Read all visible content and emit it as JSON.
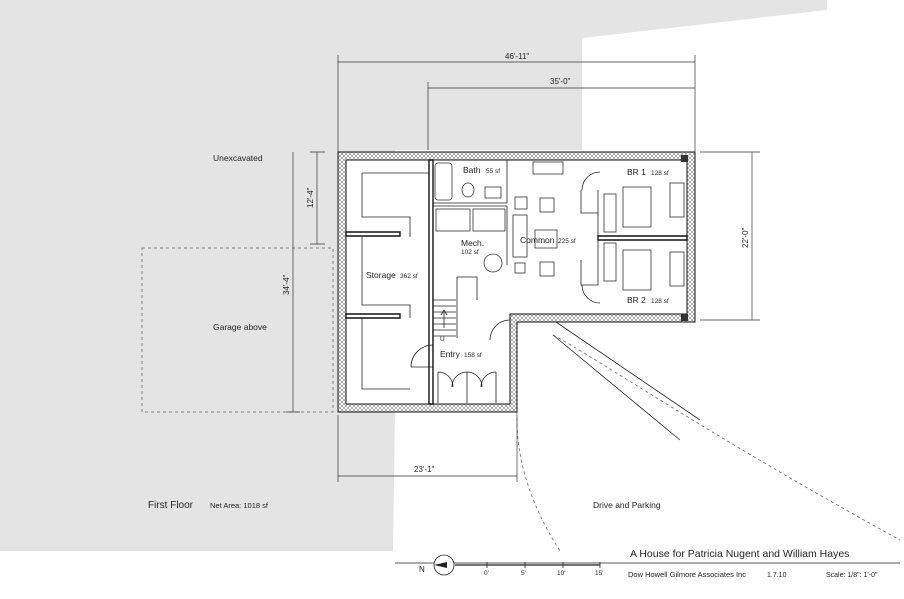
{
  "rooms": {
    "bath": {
      "name": "Bath",
      "area": "55 sf"
    },
    "br1": {
      "name": "BR 1",
      "area": "128 sf"
    },
    "mech": {
      "name": "Mech.",
      "area": "102 sf"
    },
    "common": {
      "name": "Common",
      "area": "225 sf"
    },
    "storage": {
      "name": "Storage",
      "area": "362 sf"
    },
    "br2": {
      "name": "BR 2",
      "area": "128 sf"
    },
    "entry": {
      "name": "Entry",
      "area": "158 sf"
    }
  },
  "labels": {
    "unexcavated": "Unexcavated",
    "garage_above": "Garage above",
    "drive_parking": "Drive and Parking",
    "stair_up": "U"
  },
  "dimensions": {
    "overall_width": "46'-11\"",
    "upper_width": "35'-0\"",
    "lower_width": "23'-1\"",
    "left_upper": "12'-4\"",
    "left_overall": "34'-4\"",
    "right_depth": "22'-0\""
  },
  "title_block": {
    "floor_name": "First Floor",
    "net_area": "Net Area:  1018 sf",
    "project_title": "A House for Patricia Nugent and William Hayes",
    "firm": "Dow Howell Gilmore Associates Inc",
    "date": "1.7.10",
    "scale": "Scale: 1/8\": 1'-0\"",
    "north": "N",
    "scale_ticks": [
      "0'",
      "5'",
      "10'",
      "15'"
    ]
  },
  "colors": {
    "ground_fill": "#e4e4e4",
    "wall_stroke": "#111111",
    "background": "#ffffff"
  }
}
